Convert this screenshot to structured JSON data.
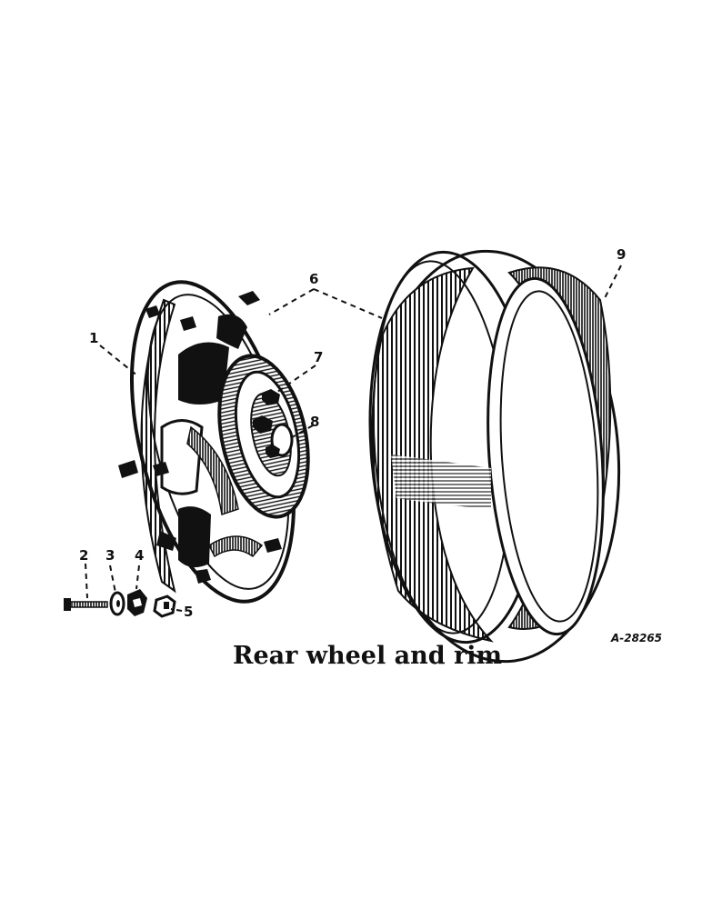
{
  "diagram": {
    "caption": "Rear wheel and rim",
    "reference_number": "A-28265",
    "callouts": [
      {
        "id": "1",
        "label": "1"
      },
      {
        "id": "2",
        "label": "2"
      },
      {
        "id": "3",
        "label": "3"
      },
      {
        "id": "4",
        "label": "4"
      },
      {
        "id": "5",
        "label": "5"
      },
      {
        "id": "6",
        "label": "6"
      },
      {
        "id": "7",
        "label": "7"
      },
      {
        "id": "8",
        "label": "8"
      },
      {
        "id": "9",
        "label": "9"
      }
    ]
  }
}
